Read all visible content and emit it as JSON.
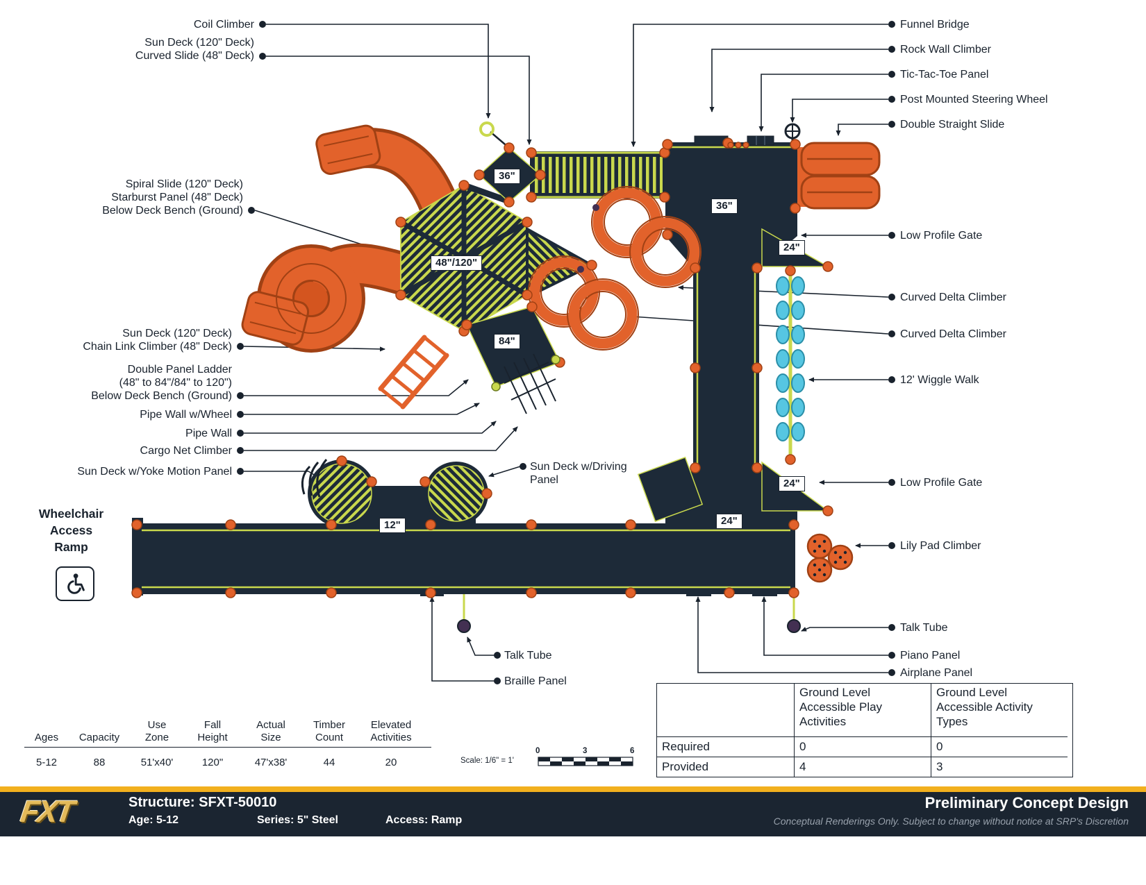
{
  "colors": {
    "navy": "#1d2a38",
    "lime": "#c9d84d",
    "orange": "#e2622b",
    "orange_dark": "#a04114",
    "blue": "#56c6e2",
    "gold": "#f2b01e",
    "ink": "#19222d",
    "purple": "#433052"
  },
  "callouts": {
    "left": [
      {
        "text": "Coil Climber"
      },
      {
        "text": "Sun Deck (120\" Deck)\nCurved Slide (48\" Deck)"
      },
      {
        "text": "Spiral Slide (120\" Deck)\nStarburst Panel (48\" Deck)\nBelow Deck Bench (Ground)"
      },
      {
        "text": "Sun Deck (120\" Deck)\nChain Link Climber (48\" Deck)"
      },
      {
        "text": "Double Panel Ladder\n(48\" to 84\"/84\" to 120\")\nBelow Deck Bench (Ground)"
      },
      {
        "text": "Pipe Wall w/Wheel"
      },
      {
        "text": "Pipe Wall"
      },
      {
        "text": "Cargo Net Climber"
      },
      {
        "text": "Sun Deck w/Yoke Motion Panel"
      }
    ],
    "middle": [
      {
        "text": "Sun Deck w/Driving\nPanel"
      },
      {
        "text": "Talk Tube"
      },
      {
        "text": "Braille Panel"
      }
    ],
    "right": [
      {
        "text": "Funnel Bridge"
      },
      {
        "text": "Rock Wall Climber"
      },
      {
        "text": "Tic-Tac-Toe Panel"
      },
      {
        "text": "Post Mounted Steering Wheel"
      },
      {
        "text": "Double Straight Slide"
      },
      {
        "text": "Low Profile Gate"
      },
      {
        "text": "Curved Delta Climber"
      },
      {
        "text": "Curved Delta Climber"
      },
      {
        "text": "12' Wiggle Walk"
      },
      {
        "text": "Low Profile Gate"
      },
      {
        "text": "Lily Pad Climber"
      },
      {
        "text": "Talk Tube"
      },
      {
        "text": "Piano Panel"
      },
      {
        "text": "Airplane Panel"
      }
    ]
  },
  "deck_labels": [
    "36\"",
    "36\"",
    "24\"",
    "48\"/120\"",
    "84\"",
    "24\"",
    "24\"",
    "12\""
  ],
  "wheelchair": {
    "label": "Wheelchair\nAccess\nRamp"
  },
  "spec_table": {
    "columns": [
      {
        "header": "Ages",
        "value": "5-12"
      },
      {
        "header": "Capacity",
        "value": "88"
      },
      {
        "header": "Use\nZone",
        "value": "51'x40'"
      },
      {
        "header": "Fall\nHeight",
        "value": "120\""
      },
      {
        "header": "Actual\nSize",
        "value": "47'x38'"
      },
      {
        "header": "Timber\nCount",
        "value": "44"
      },
      {
        "header": "Elevated\nActivities",
        "value": "20"
      }
    ]
  },
  "scale": {
    "label": "Scale: 1/6\" = 1'",
    "ticks": [
      "0",
      "3",
      "6"
    ]
  },
  "accessibility_table": {
    "col_headers": [
      "Ground Level\nAccessible Play\nActivities",
      "Ground Level\nAccessible Activity\nTypes"
    ],
    "rows": [
      {
        "label": "Required",
        "values": [
          "0",
          "0"
        ]
      },
      {
        "label": "Provided",
        "values": [
          "4",
          "3"
        ]
      }
    ]
  },
  "footer": {
    "logo": "FXT",
    "structure": "Structure: SFXT-50010",
    "age": "Age: 5-12",
    "series": "Series: 5\" Steel",
    "access": "Access: Ramp",
    "title": "Preliminary Concept Design",
    "disclaimer": "Conceptual Renderings Only. Subject to change without notice at SRP's Discretion"
  }
}
